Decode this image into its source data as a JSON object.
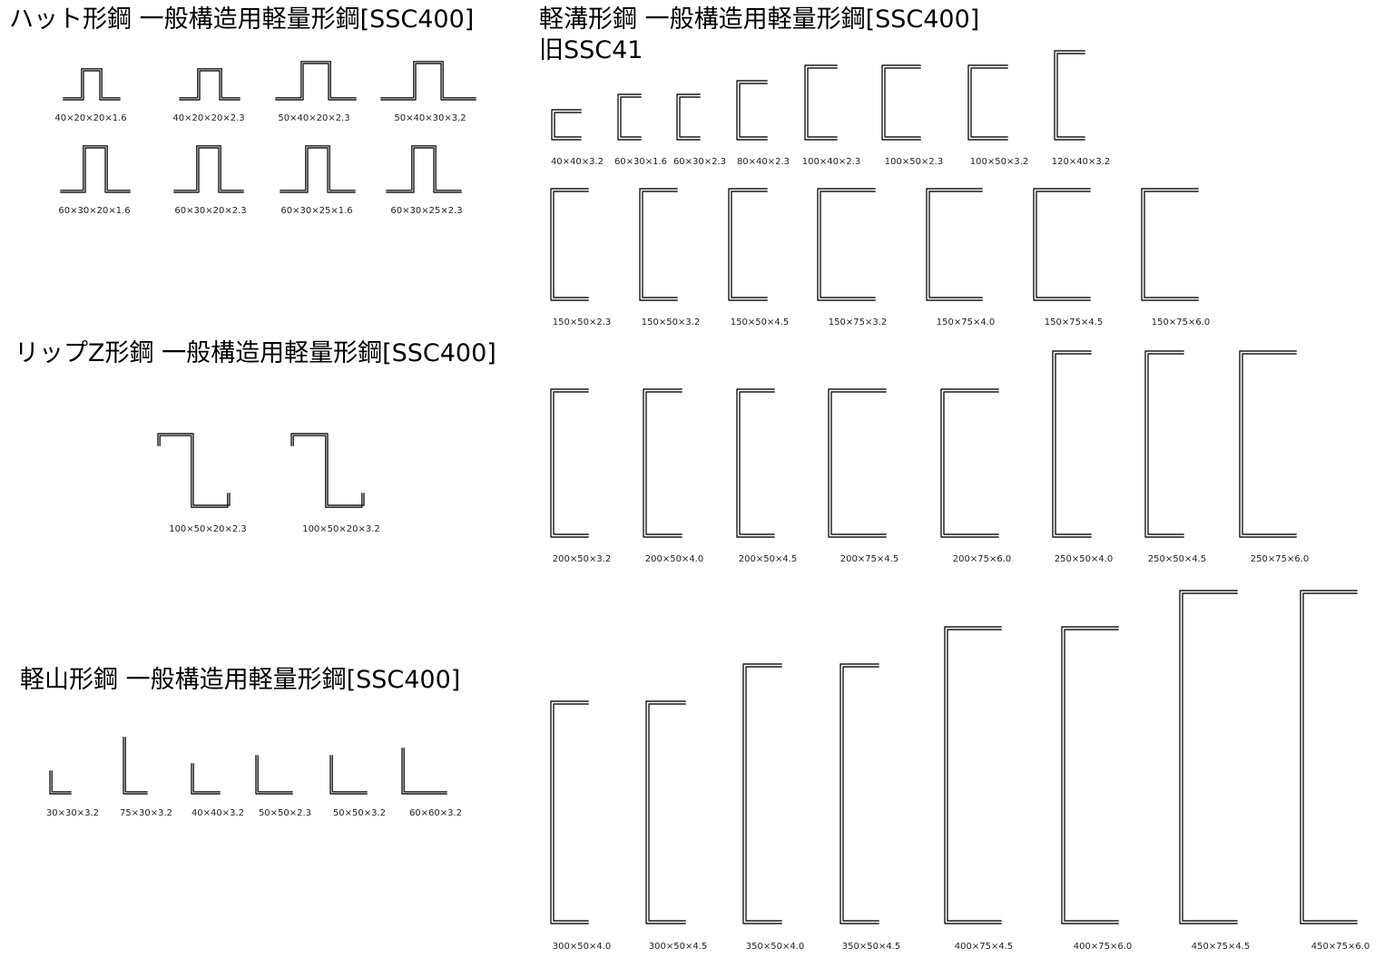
{
  "sections": {
    "hat": {
      "title": "ハット形鋼 一般構造用軽量形鋼[SSC400]",
      "items": [
        "40×20×20×1.6",
        "40×20×20×2.3",
        "50×40×20×2.3",
        "50×40×30×3.2",
        "60×30×20×1.6",
        "60×30×20×2.3",
        "60×30×25×1.6",
        "60×30×25×2.3"
      ]
    },
    "lipz": {
      "title": "リップZ形鋼 一般構造用軽量形鋼[SSC400]",
      "items": [
        "100×50×20×2.3",
        "100×50×20×3.2"
      ]
    },
    "angle": {
      "title": "軽山形鋼 一般構造用軽量形鋼[SSC400]",
      "items": [
        "30×30×3.2",
        "75×30×3.2",
        "40×40×3.2",
        "50×50×2.3",
        "50×50×3.2",
        "60×60×3.2"
      ]
    },
    "channel": {
      "title": "軽溝形鋼 一般構造用軽量形鋼[SSC400]",
      "subtitle": "旧SSC41",
      "row1": [
        "40×40×3.2",
        "60×30×1.6",
        "60×30×2.3",
        "80×40×2.3",
        "100×40×2.3",
        "100×50×2.3",
        "100×50×3.2",
        "120×40×3.2"
      ],
      "row2": [
        "150×50×2.3",
        "150×50×3.2",
        "150×50×4.5",
        "150×75×3.2",
        "150×75×4.0",
        "150×75×4.5",
        "150×75×6.0"
      ],
      "row3": [
        "200×50×3.2",
        "200×50×4.0",
        "200×50×4.5",
        "200×75×4.5",
        "200×75×6.0",
        "250×50×4.0",
        "250×50×4.5",
        "250×75×6.0"
      ],
      "row4": [
        "300×50×4.0",
        "300×50×4.5",
        "350×50×4.0",
        "350×50×4.5",
        "400×75×4.5",
        "400×75×6.0",
        "450×75×4.5",
        "450×75×6.0"
      ]
    }
  }
}
